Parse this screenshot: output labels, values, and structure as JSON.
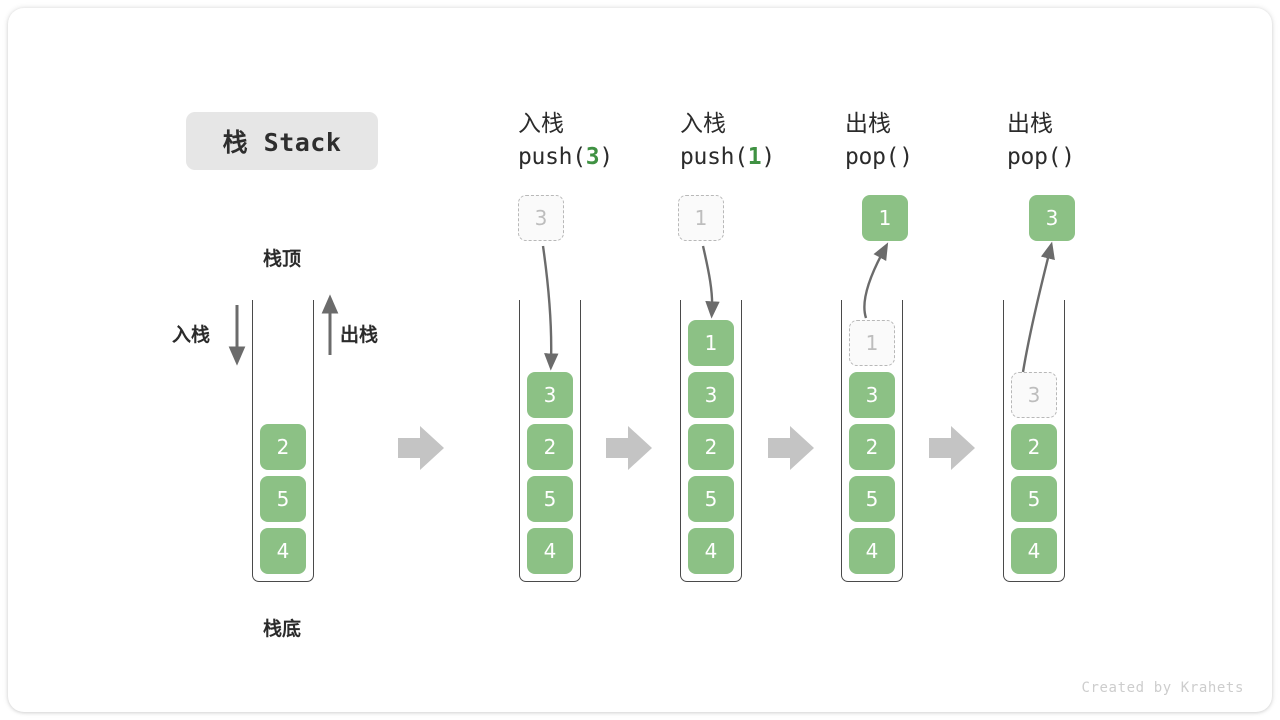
{
  "diagram": {
    "title": "栈 Stack",
    "credit": "Created by Krahets",
    "accent_color": "#8cc185",
    "accent_text_color": "#3f9142",
    "ghost_color": "#bdbdbd",
    "arrow_color": "#c4c4c4",
    "stroke_color": "#4a4a4a",
    "labels": {
      "top": "栈顶",
      "bottom": "栈底",
      "push_side": "入栈",
      "pop_side": "出栈"
    },
    "stages": [
      {
        "id": "initial",
        "op_cn": "",
        "op_code_prefix": "",
        "op_code_arg": "",
        "op_code_suffix": "",
        "cells": [
          "2",
          "5",
          "4"
        ],
        "incoming": null,
        "outgoing": null,
        "ghost_in_stack": null
      },
      {
        "id": "push-3",
        "op_cn": "入栈",
        "op_code_prefix": "push(",
        "op_code_arg": "3",
        "op_code_suffix": ")",
        "cells": [
          "3",
          "2",
          "5",
          "4"
        ],
        "incoming": "3",
        "outgoing": null,
        "ghost_in_stack": null
      },
      {
        "id": "push-1",
        "op_cn": "入栈",
        "op_code_prefix": "push(",
        "op_code_arg": "1",
        "op_code_suffix": ")",
        "cells": [
          "1",
          "3",
          "2",
          "5",
          "4"
        ],
        "incoming": "1",
        "outgoing": null,
        "ghost_in_stack": null
      },
      {
        "id": "pop-1",
        "op_cn": "出栈",
        "op_code_prefix": "pop(",
        "op_code_arg": "",
        "op_code_suffix": ")",
        "cells": [
          "3",
          "2",
          "5",
          "4"
        ],
        "incoming": null,
        "outgoing": "1",
        "ghost_in_stack": "1"
      },
      {
        "id": "pop-3",
        "op_cn": "出栈",
        "op_code_prefix": "pop(",
        "op_code_arg": "",
        "op_code_suffix": ")",
        "cells": [
          "2",
          "5",
          "4"
        ],
        "incoming": null,
        "outgoing": "3",
        "ghost_in_stack": "3"
      }
    ],
    "step_arrows": 4
  }
}
